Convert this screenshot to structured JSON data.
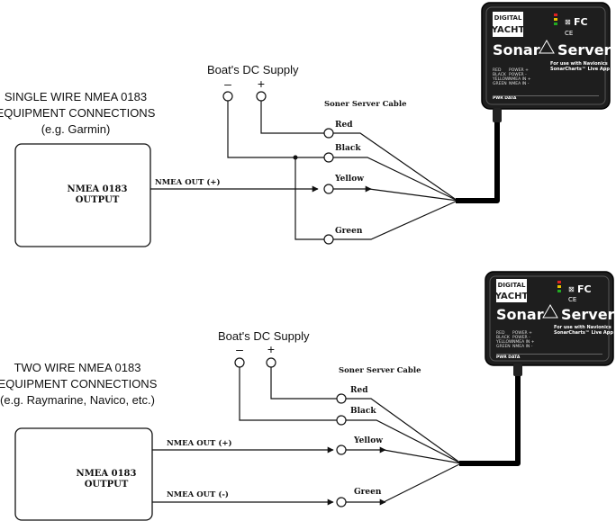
{
  "colors": {
    "device_body": "#1e1e1e",
    "device_text": "#ffffff",
    "label_panel": "#ffffff",
    "led_red": "#d22",
    "led_yellow": "#e6c200",
    "led_green": "#2a2"
  },
  "diagram1": {
    "title_lines": [
      "SINGLE WIRE NMEA 0183",
      "EQUIPMENT CONNECTIONS",
      "(e.g. Garmin)"
    ],
    "box_lines": [
      "NMEA 0183",
      "OUTPUT"
    ],
    "supply_label": "Boat's DC Supply",
    "minus": "–",
    "plus": "+",
    "cable_label": "Soner Server Cable",
    "wires": [
      "Red",
      "Black",
      "Yellow",
      "Green"
    ],
    "signal_labels": [
      "NMEA OUT (+)"
    ]
  },
  "diagram2": {
    "title_lines": [
      "TWO WIRE NMEA 0183",
      "EQUIPMENT CONNECTIONS",
      "(e.g. Raymarine, Navico, etc.)"
    ],
    "box_lines": [
      "NMEA 0183",
      "OUTPUT"
    ],
    "supply_label": "Boat's DC Supply",
    "minus": "–",
    "plus": "+",
    "cable_label": "Soner Server Cable",
    "wires": [
      "Red",
      "Black",
      "Yellow",
      "Green"
    ],
    "signal_labels": [
      "NMEA OUT (+)",
      "NMEA OUT (-)"
    ]
  },
  "device": {
    "brand_top": "DIGITAL",
    "brand_bottom": "YACHT",
    "name_left": "Sonar",
    "name_right": "Server",
    "tagline_lines": [
      "For use with Navionics",
      "SonarCharts™ Live App"
    ],
    "fcc": "FC",
    "ce": "CE",
    "wire_legend": [
      [
        "RED",
        "POWER +"
      ],
      [
        "BLACK",
        "POWER -"
      ],
      [
        "YELLOW",
        "NMEA IN +"
      ],
      [
        "GREEN",
        "NMEA IN -"
      ]
    ],
    "indicator_label": "PWR DATA"
  }
}
